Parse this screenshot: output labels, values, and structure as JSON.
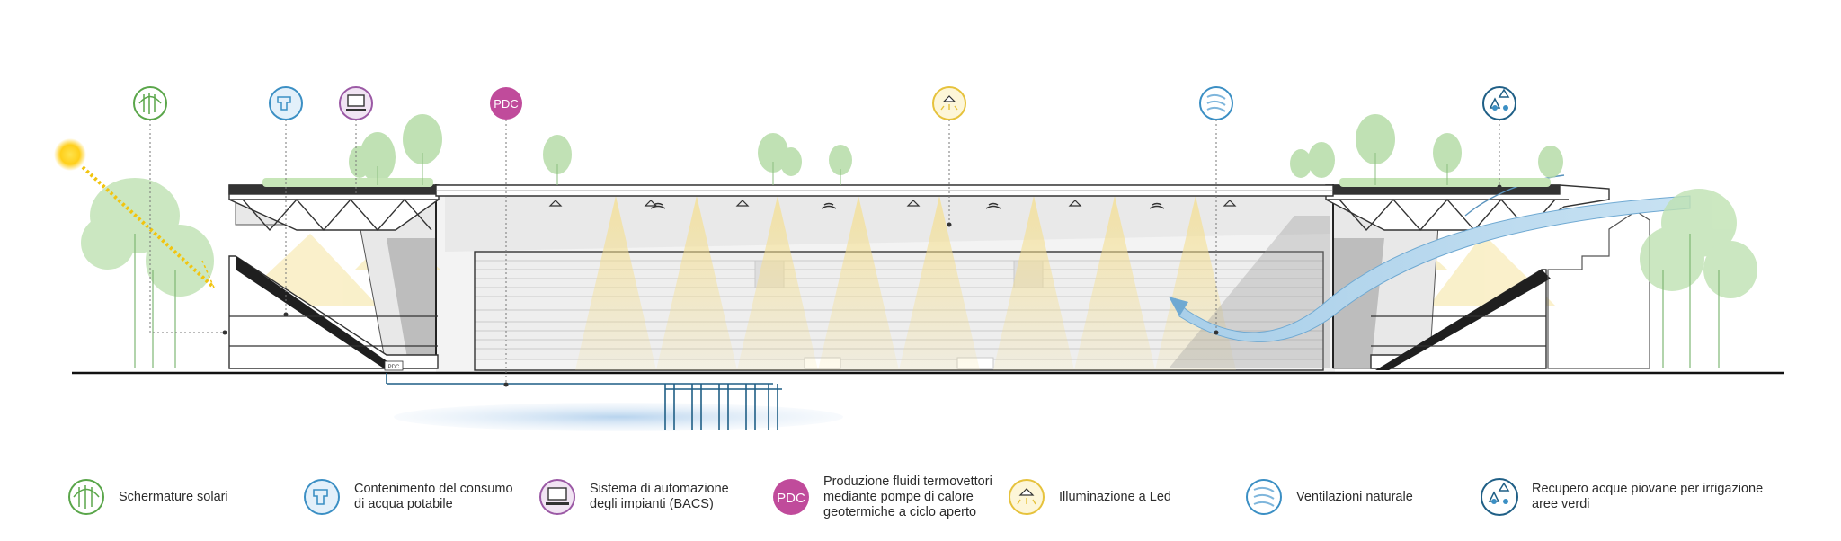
{
  "colors": {
    "green": "#5aa64a",
    "blue": "#3b8fc4",
    "purple": "#9b59a5",
    "magenta": "#c04b9b",
    "yellow": "#e6c23c",
    "navy": "#1f5f86",
    "tree": "#a9d69a",
    "steel": "#333333"
  },
  "pdc_label": "PDC",
  "pdc_tag": "PDC",
  "legend": [
    {
      "id": "shading",
      "icon": "solar-shading-icon",
      "color": "#5aa64a",
      "label": "Schermature solari"
    },
    {
      "id": "water",
      "icon": "water-tap-icon",
      "color": "#3b8fc4",
      "label": "Contenimento del consumo\ndi acqua potabile"
    },
    {
      "id": "bacs",
      "icon": "computer-icon",
      "color": "#9b59a5",
      "label": "Sistema di automazione\ndegli impianti (BACS)"
    },
    {
      "id": "pdc",
      "icon": "heat-pump-icon",
      "color": "#c04b9b",
      "label": "Produzione fluidi termovettori\nmediante pompe di calore\ngeotermiche a ciclo aperto"
    },
    {
      "id": "led",
      "icon": "led-lamp-icon",
      "color": "#e6c23c",
      "label": "Illuminazione a Led"
    },
    {
      "id": "vent",
      "icon": "ventilation-icon",
      "color": "#3b8fc4",
      "label": "Ventilazioni naturale"
    },
    {
      "id": "rain",
      "icon": "rainwater-recycle-icon",
      "color": "#1f5f86",
      "label": "Recupero acque piovane per irrigazione\naree verdi"
    }
  ]
}
